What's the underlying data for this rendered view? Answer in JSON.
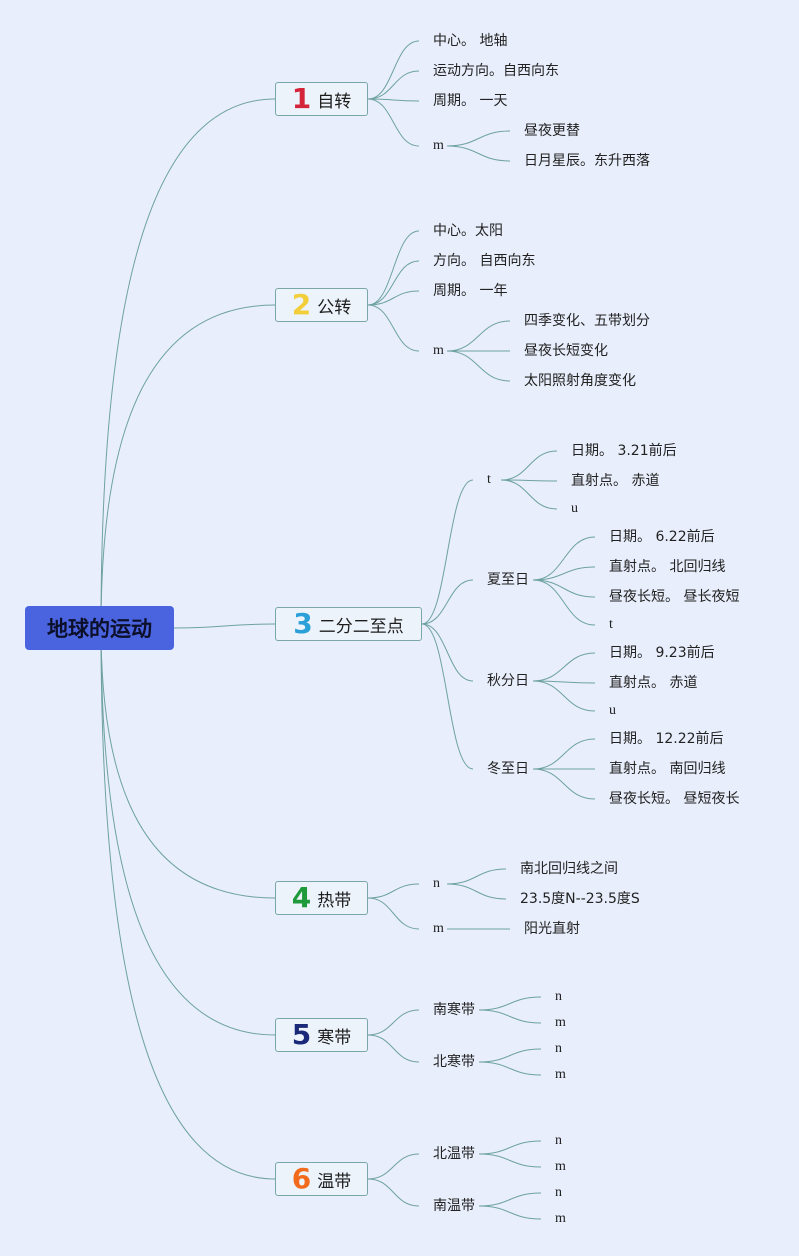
{
  "root": {
    "label": "地球的运动",
    "color": "#4a63de"
  },
  "link_color": "#6ea2a1",
  "branches": [
    {
      "num": "1",
      "num_color": "#d4243a",
      "label": "自转",
      "children": [
        {
          "text": "中心。 地轴"
        },
        {
          "text": "运动方向。自西向东"
        },
        {
          "text": "周期。 一天"
        },
        {
          "text": "m",
          "children": [
            {
              "text": "昼夜更替"
            },
            {
              "text": "日月星辰。东升西落"
            }
          ]
        }
      ]
    },
    {
      "num": "2",
      "num_color": "#f2cf3a",
      "label": "公转",
      "children": [
        {
          "text": "中心。太阳"
        },
        {
          "text": "方向。 自西向东"
        },
        {
          "text": "周期。 一年"
        },
        {
          "text": "m",
          "children": [
            {
              "text": "四季变化、五带划分"
            },
            {
              "text": "昼夜长短变化"
            },
            {
              "text": "太阳照射角度变化"
            }
          ]
        }
      ]
    },
    {
      "num": "3",
      "num_color": "#2a9fd8",
      "label": "二分二至点",
      "children": [
        {
          "text": "t",
          "children": [
            {
              "text": "日期。 3.21前后"
            },
            {
              "text": "直射点。 赤道"
            },
            {
              "text": "u"
            }
          ]
        },
        {
          "text": "夏至日",
          "children": [
            {
              "text": "日期。 6.22前后"
            },
            {
              "text": "直射点。 北回归线"
            },
            {
              "text": "昼夜长短。 昼长夜短"
            },
            {
              "text": "t"
            }
          ]
        },
        {
          "text": "秋分日",
          "children": [
            {
              "text": "日期。 9.23前后"
            },
            {
              "text": "直射点。 赤道"
            },
            {
              "text": "u"
            }
          ]
        },
        {
          "text": "冬至日",
          "children": [
            {
              "text": "日期。 12.22前后"
            },
            {
              "text": "直射点。 南回归线"
            },
            {
              "text": "昼夜长短。 昼短夜长"
            }
          ]
        }
      ]
    },
    {
      "num": "4",
      "num_color": "#1f9a3a",
      "label": "热带",
      "children": [
        {
          "text": "n",
          "children": [
            {
              "text": "南北回归线之间"
            },
            {
              "text": "23.5度N--23.5度S"
            }
          ]
        },
        {
          "text": "m",
          "children": [
            {
              "text": "阳光直射"
            }
          ]
        }
      ]
    },
    {
      "num": "5",
      "num_color": "#1b2a78",
      "label": "寒带",
      "children": [
        {
          "text": "南寒带",
          "children": [
            {
              "text": "n"
            },
            {
              "text": "m"
            }
          ]
        },
        {
          "text": "北寒带",
          "children": [
            {
              "text": "n"
            },
            {
              "text": "m"
            }
          ]
        }
      ]
    },
    {
      "num": "6",
      "num_color": "#f26a1b",
      "label": "温带",
      "children": [
        {
          "text": "北温带",
          "children": [
            {
              "text": "n"
            },
            {
              "text": "m"
            }
          ]
        },
        {
          "text": "南温带",
          "children": [
            {
              "text": "n"
            },
            {
              "text": "m"
            }
          ]
        }
      ]
    }
  ]
}
